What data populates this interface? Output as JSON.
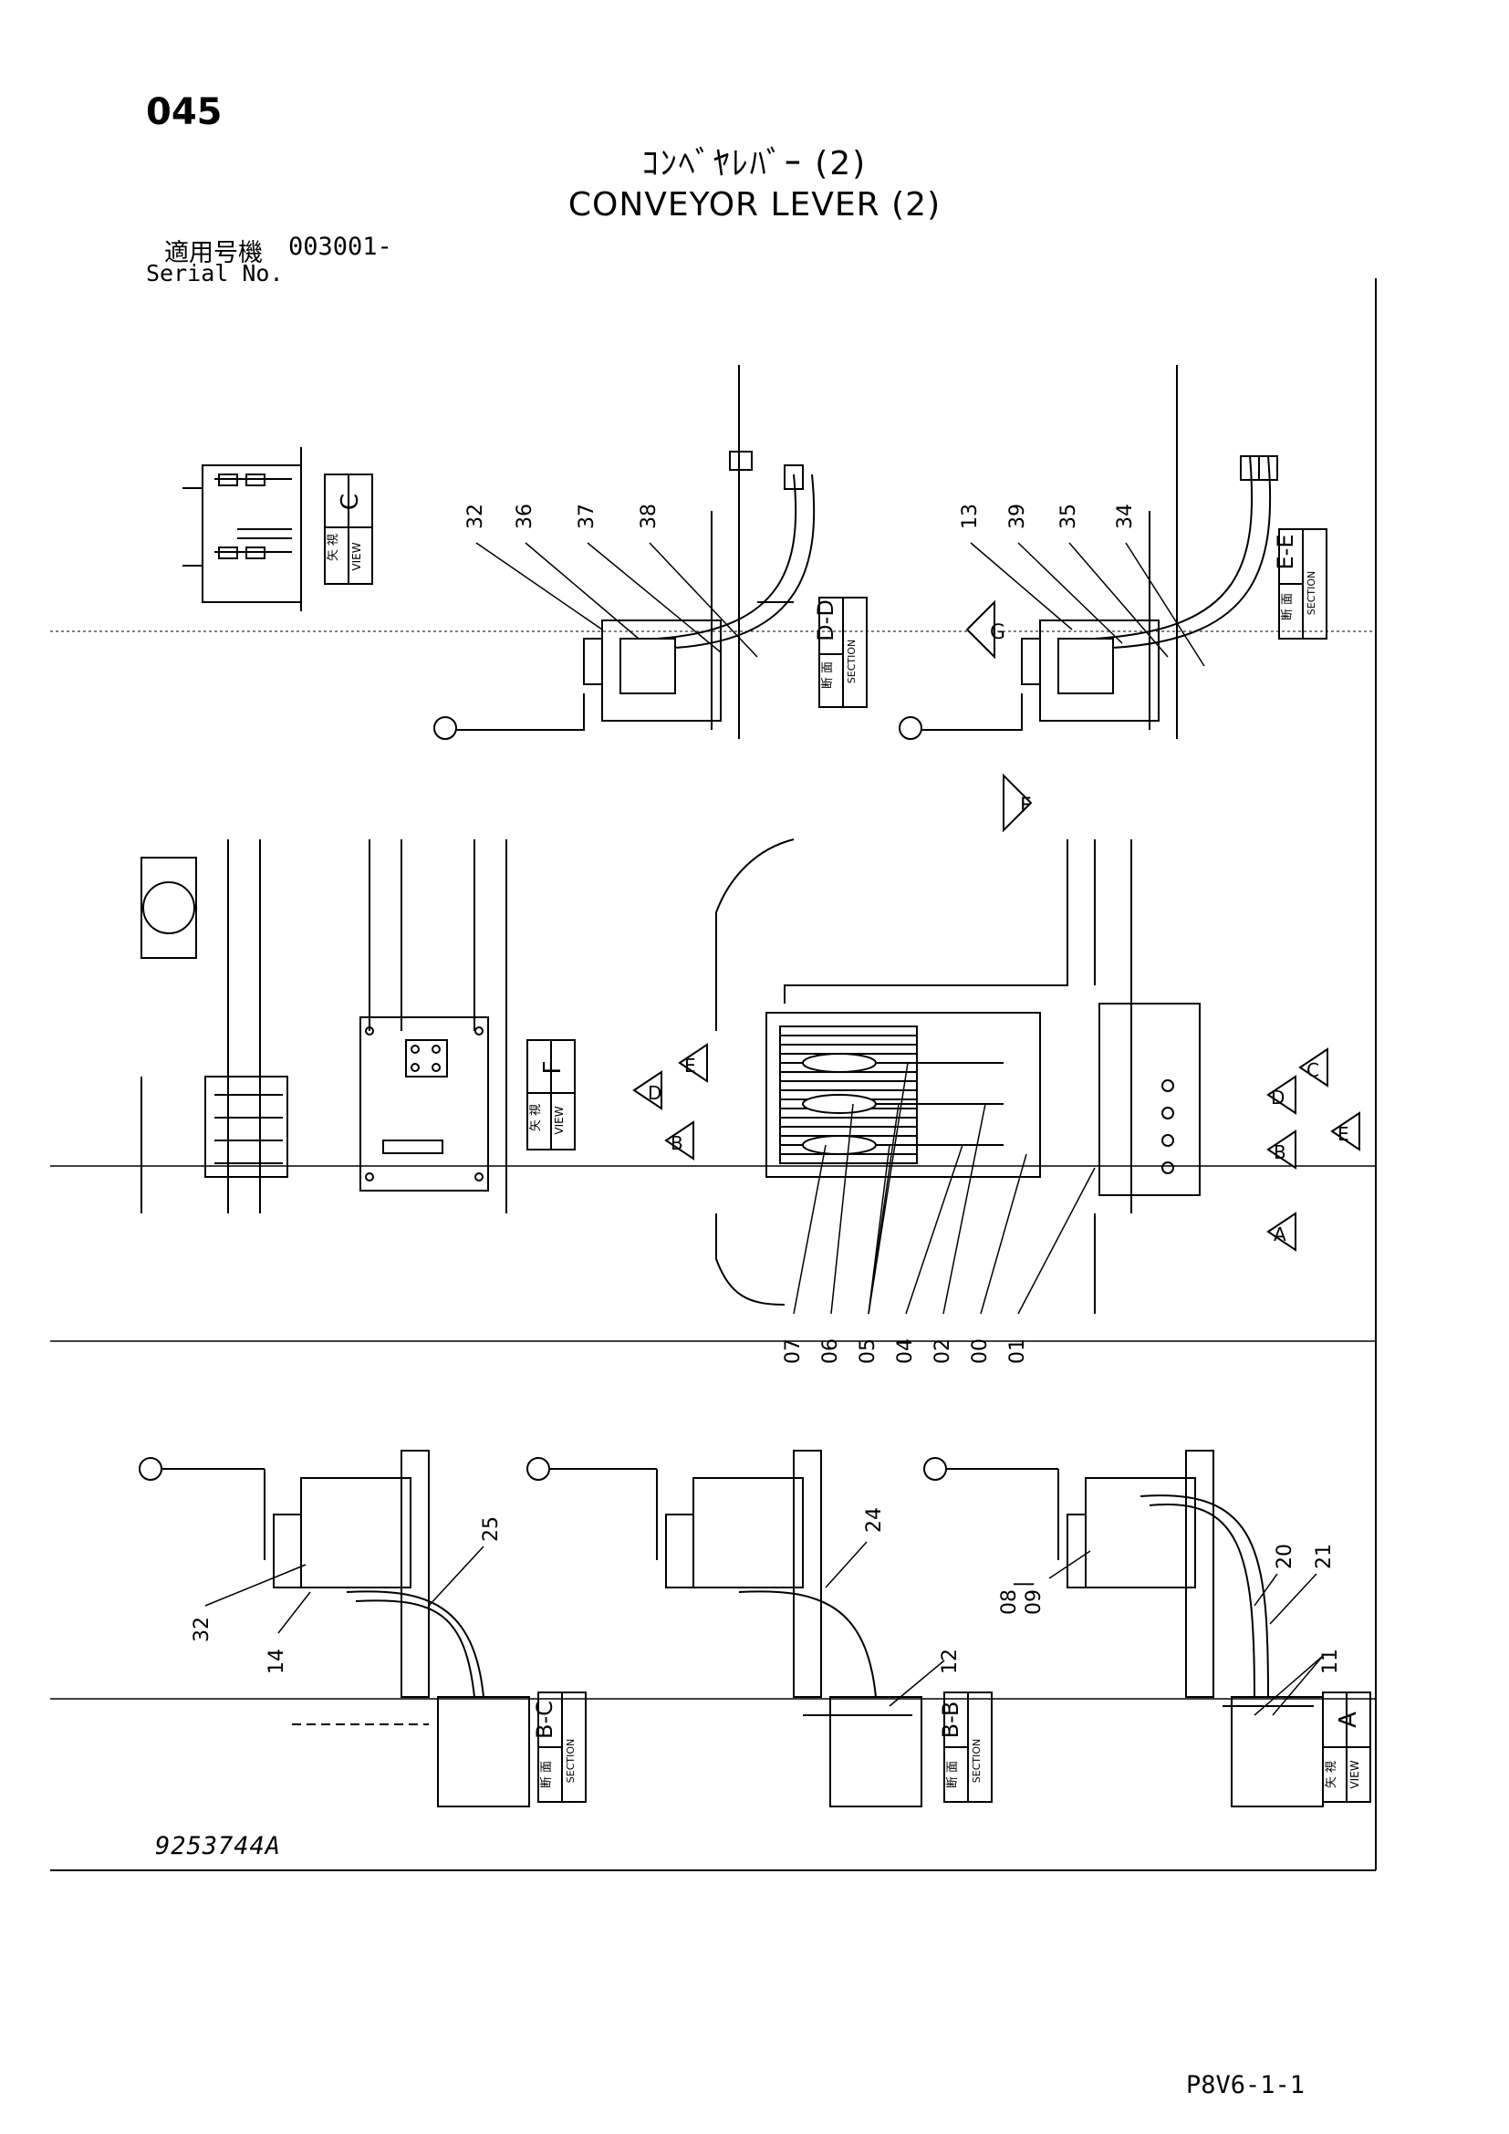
{
  "header": {
    "page_number": "045",
    "title_jp": "ｺﾝﾍﾞﾔﾚﾊﾞｰ (2)",
    "title_en": "CONVEYOR LEVER (2)",
    "serial_label_jp": "適用号機",
    "serial_value": "003001-",
    "serial_label_en": "Serial No."
  },
  "view_labels": {
    "view_c": "C",
    "section_dd": "D-D",
    "section_ee": "E-E",
    "view_f": "F",
    "section_bc": "B-C",
    "section_bb": "B-B",
    "view_a": "A",
    "view_jp": "矢 視",
    "section_jp": "断 面",
    "view_word": "VIEW",
    "section_word": "SECTION"
  },
  "arrow_letters": {
    "g": "G",
    "f": "F",
    "e": "E",
    "d": "D",
    "b": "B",
    "c": "C",
    "a": "A"
  },
  "part_callouts": {
    "dd": [
      "32",
      "36",
      "37",
      "38"
    ],
    "ee": [
      "13",
      "39",
      "35",
      "34"
    ],
    "main": [
      "07",
      "06",
      "05",
      "04",
      "02",
      "00",
      "01"
    ],
    "bc": [
      "25",
      "32",
      "14"
    ],
    "bb": [
      "24",
      "12"
    ],
    "a": [
      "08",
      "|",
      "09",
      "20",
      "21",
      "11"
    ]
  },
  "footer": {
    "drawing_number": "9253744A",
    "sheet_code": "P8V6-1-1"
  }
}
